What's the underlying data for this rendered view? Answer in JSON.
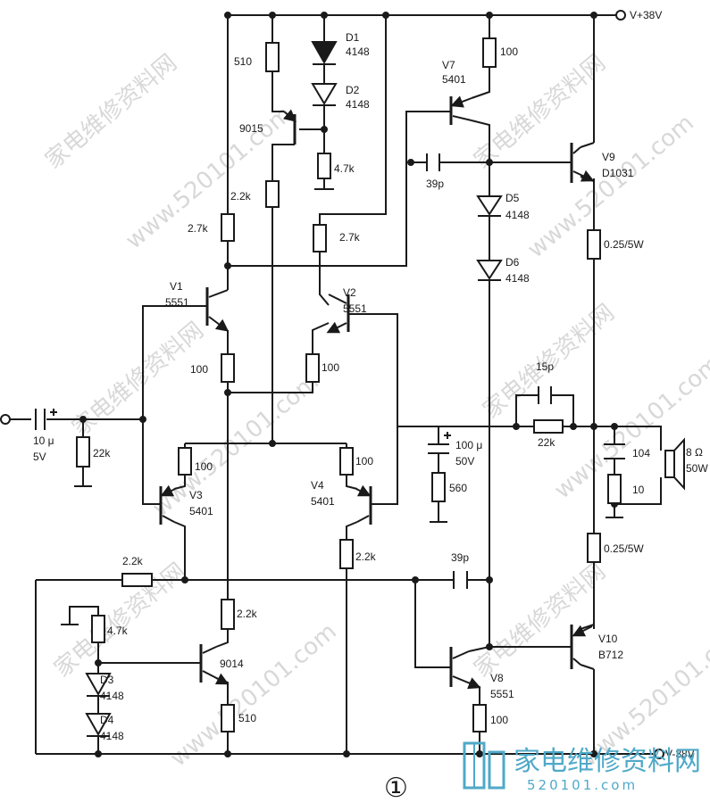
{
  "figure_label": "①",
  "watermark": {
    "chinese": "家电维修资料网",
    "url": "www.520101.com"
  },
  "logo": {
    "name": "家电维修资料网",
    "url": "520101.com",
    "color": "#4fa9c8"
  },
  "rails": {
    "positive": "V+38V",
    "negative": "V-38V"
  },
  "components": {
    "d1": {
      "name": "D1",
      "value": "4148"
    },
    "d2": {
      "name": "D2",
      "value": "4148"
    },
    "d3": {
      "name": "D3",
      "value": "4148"
    },
    "d4": {
      "name": "D4",
      "value": "4148"
    },
    "d5": {
      "name": "D5",
      "value": "4148"
    },
    "d6": {
      "name": "D6",
      "value": "4148"
    },
    "r510_top": "510",
    "r47k_top": "4.7k",
    "r22k_a": "2.2k",
    "r27k_left": "2.7k",
    "r27k_mid": "2.7k",
    "r100_v7": "100",
    "q9015": "9015",
    "v7": {
      "name": "V7",
      "value": "5401"
    },
    "v9": {
      "name": "V9",
      "value": "D1031"
    },
    "c39p_top": "39p",
    "r025_top": "0.25/5W",
    "v1": {
      "name": "V1",
      "value": "5551"
    },
    "v2": {
      "name": "V2",
      "value": "5551"
    },
    "r100_v1": "100",
    "r100_v2": "100",
    "c15p": "15p",
    "r22k_fb": "22k",
    "c_in": {
      "value": "10 μ",
      "voltage": "5V"
    },
    "r22k_in": "22k",
    "c100u": {
      "value": "100 μ",
      "voltage": "50V"
    },
    "r560": "560",
    "c104": "104",
    "r10": "10",
    "speaker": {
      "impedance": "8 Ω",
      "power": "50W"
    },
    "r100_v3": "100",
    "v3": {
      "name": "V3",
      "value": "5401"
    },
    "r100_v4": "100",
    "v4": {
      "name": "V4",
      "value": "5401"
    },
    "r22k_h": "2.2k",
    "r22k_v4": "2.2k",
    "c39p_bot": "39p",
    "r025_bot": "0.25/5W",
    "r22k_9014": "2.2k",
    "r47k_bot": "4.7k",
    "q9014": "9014",
    "r510_bot": "510",
    "v8": {
      "name": "V8",
      "value": "5551"
    },
    "r100_v8": "100",
    "v10": {
      "name": "V10",
      "value": "B712"
    }
  }
}
